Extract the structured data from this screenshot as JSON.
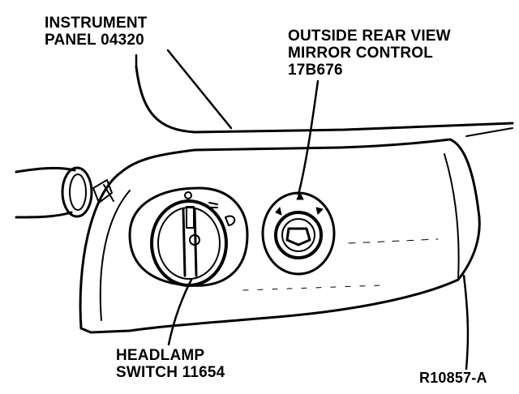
{
  "labels": {
    "instrument_panel": [
      "INSTRUMENT",
      "PANEL 04320"
    ],
    "mirror_control": [
      "OUTSIDE REAR VIEW",
      "MIRROR CONTROL",
      "17B676"
    ],
    "headlamp_switch": [
      "HEADLAMP",
      "SWITCH 11654"
    ],
    "figure_id": "R10857-A"
  },
  "colors": {
    "ink": "#000000",
    "paper": "#ffffff"
  }
}
